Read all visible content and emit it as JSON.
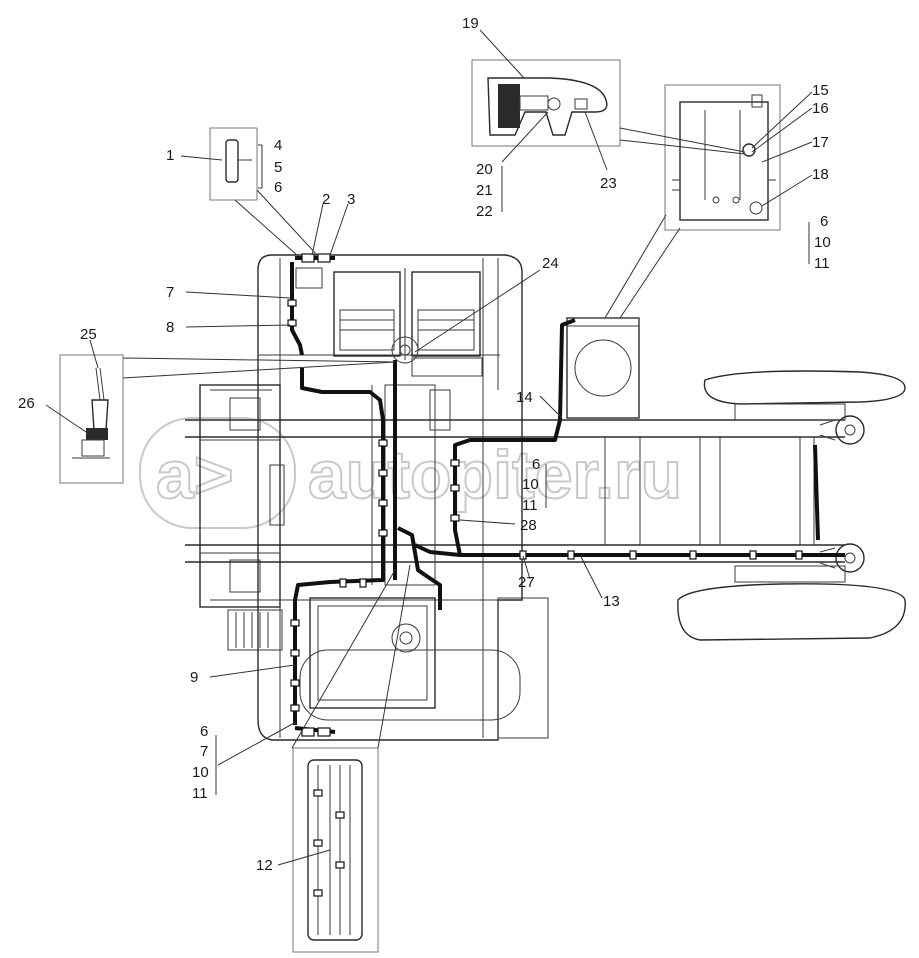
{
  "watermark": {
    "symbol": "a>",
    "text": "autopiter.ru"
  },
  "callouts": [
    {
      "id": "c1",
      "text": "1"
    },
    {
      "id": "c2",
      "text": "2"
    },
    {
      "id": "c3",
      "text": "3"
    },
    {
      "id": "c4",
      "text": "4"
    },
    {
      "id": "c5",
      "text": "5"
    },
    {
      "id": "c6a",
      "text": "6"
    },
    {
      "id": "c7",
      "text": "7"
    },
    {
      "id": "c8",
      "text": "8"
    },
    {
      "id": "c9",
      "text": "9"
    },
    {
      "id": "c6b",
      "text": "6"
    },
    {
      "id": "c7b",
      "text": "7"
    },
    {
      "id": "c10b",
      "text": "10"
    },
    {
      "id": "c11b",
      "text": "11"
    },
    {
      "id": "c12",
      "text": "12"
    },
    {
      "id": "c13",
      "text": "13"
    },
    {
      "id": "c14",
      "text": "14"
    },
    {
      "id": "c6c",
      "text": "6"
    },
    {
      "id": "c10c",
      "text": "10"
    },
    {
      "id": "c11c",
      "text": "11"
    },
    {
      "id": "c28",
      "text": "28"
    },
    {
      "id": "c27",
      "text": "27"
    },
    {
      "id": "c15",
      "text": "15"
    },
    {
      "id": "c16",
      "text": "16"
    },
    {
      "id": "c17",
      "text": "17"
    },
    {
      "id": "c18",
      "text": "18"
    },
    {
      "id": "c6d",
      "text": "6"
    },
    {
      "id": "c10d",
      "text": "10"
    },
    {
      "id": "c11d",
      "text": "11"
    },
    {
      "id": "c19",
      "text": "19"
    },
    {
      "id": "c20",
      "text": "20"
    },
    {
      "id": "c21",
      "text": "21"
    },
    {
      "id": "c22",
      "text": "22"
    },
    {
      "id": "c23",
      "text": "23"
    },
    {
      "id": "c24",
      "text": "24"
    },
    {
      "id": "c25",
      "text": "25"
    },
    {
      "id": "c26",
      "text": "26"
    }
  ]
}
